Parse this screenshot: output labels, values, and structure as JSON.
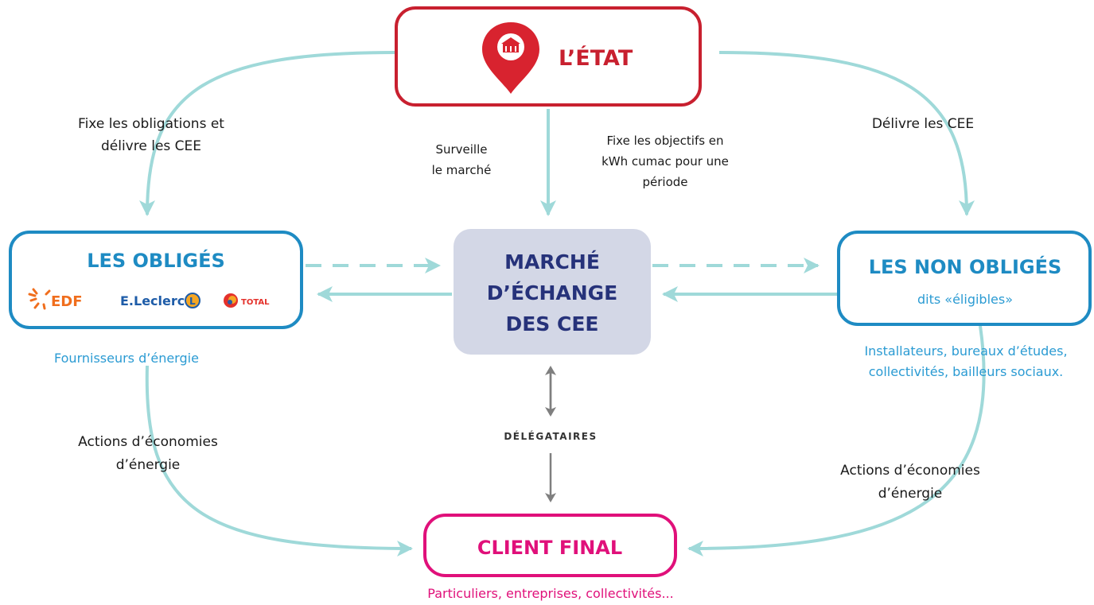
{
  "etat": {
    "title": "L’ÉTAT",
    "icon": "government-pin-icon",
    "color": "#c8202f"
  },
  "obliges": {
    "title": "LES OBLIGÉS",
    "caption": "Fournisseurs d’énergie",
    "logos": [
      "EDF",
      "E.Leclerc",
      "TOTAL"
    ]
  },
  "marche": {
    "line1": "MARCHÉ",
    "line2": "D’ÉCHANGE",
    "line3": "DES CEE"
  },
  "non_obliges": {
    "title": "LES NON OBLIGÉS",
    "subtitle": "dits «éligibles»",
    "caption_line1": "Installateurs, bureaux d’études,",
    "caption_line2": "collectivités, bailleurs sociaux."
  },
  "client": {
    "title": "CLIENT FINAL",
    "caption": "Particuliers, entreprises, collectivités..."
  },
  "labels": {
    "fixe_obligations_1": "Fixe les obligations et",
    "fixe_obligations_2": "délivre les CEE",
    "delivre": "Délivre les CEE",
    "surveille_1": "Surveille",
    "surveille_2": "le marché",
    "objectifs_1": "Fixe les objectifs en",
    "objectifs_2": "kWh cumac pour une",
    "objectifs_3": "période",
    "actions_left_1": "Actions d’économies",
    "actions_left_2": "d’énergie",
    "actions_right_1": "Actions d’économies",
    "actions_right_2": "d’énergie",
    "delegataires": "DÉLÉGATAIRES"
  },
  "colors": {
    "connector": "#9fd9d9",
    "blue": "#1e8bc3",
    "navy": "#26327a",
    "pink": "#e0107a",
    "market_fill": "#d3d7e6"
  }
}
